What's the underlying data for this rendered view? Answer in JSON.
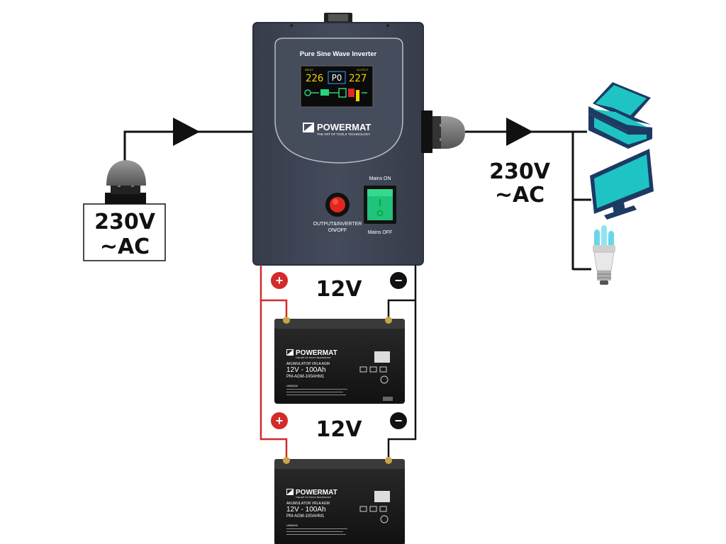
{
  "input": {
    "voltage": "230V",
    "type": "~AC"
  },
  "output": {
    "voltage": "230V",
    "type": "~AC"
  },
  "inverter": {
    "title": "Pure Sine Wave Inverter",
    "brand": "POWERMAT",
    "tagline": "THE ART OF TOOLS TECHNOLOGY",
    "display": {
      "input_value": "226",
      "mode": "PO",
      "output_value": "227",
      "input_tag": "INPUT",
      "output_tag": "OUTPUT"
    },
    "button_label_1": "OUTPUT&INVERTER",
    "button_label_2": "ON/OFF",
    "mains_on": "Mains ON",
    "mains_off": "Mains OFF"
  },
  "battery_links": [
    {
      "voltage": "12V",
      "plus": "+",
      "minus": "−"
    },
    {
      "voltage": "12V",
      "plus": "+",
      "minus": "−"
    }
  ],
  "batteries": [
    {
      "brand": "POWERMAT",
      "tagline": "THE ART OF TOOLS TECHNOLOGY",
      "type": "AKUMULATOR VRLA AGM",
      "rating": "12V - 100Ah",
      "model": "PM-AGM-100AHM1",
      "note": "UWAGA!"
    },
    {
      "brand": "POWERMAT",
      "tagline": "THE ART OF TOOLS TECHNOLOGY",
      "type": "AKUMULATOR VRLA AGM",
      "rating": "12V - 100Ah",
      "model": "PM-AGM-100AHM1",
      "note": "UWAGA!"
    }
  ],
  "devices": [
    {
      "icon": "laptop-icon"
    },
    {
      "icon": "monitor-icon"
    },
    {
      "icon": "bulb-icon"
    }
  ],
  "colors": {
    "inverter_body": "#3f4656",
    "positive_wire": "#d42a2a",
    "negative_wire": "#111111",
    "device_teal": "#1ec4c4",
    "device_navy": "#1d3a62",
    "switch_green": "#21c27a",
    "button_red": "#e0271f"
  }
}
